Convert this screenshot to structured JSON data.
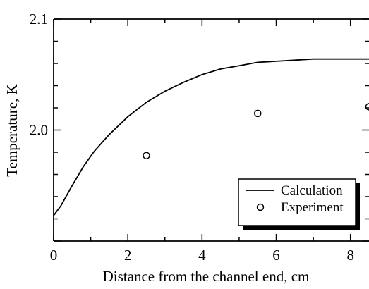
{
  "chart_data": {
    "type": "line",
    "xlabel": "Distance from the channel end, cm",
    "ylabel": "Temperature, K",
    "xlim": [
      0,
      8.5
    ],
    "ylim": [
      1.9,
      2.1
    ],
    "x_ticks": [
      0,
      2,
      4,
      6,
      8
    ],
    "x_tick_labels": [
      "0",
      "2",
      "4",
      "6",
      "8"
    ],
    "y_labeled_ticks": [
      2.0,
      2.1
    ],
    "y_tick_labels": [
      "2.0",
      "2.1"
    ],
    "grid": false,
    "legend_position": "bottom-right",
    "series": [
      {
        "name": "Calculation",
        "style": "line",
        "color": "#000000",
        "x": [
          0,
          0.2,
          0.5,
          0.8,
          1.1,
          1.5,
          2.0,
          2.5,
          3.0,
          3.5,
          4.0,
          4.5,
          5.0,
          5.5,
          6.0,
          6.5,
          7.0,
          7.5,
          8.0,
          8.5
        ],
        "y": [
          1.923,
          1.932,
          1.95,
          1.967,
          1.981,
          1.996,
          2.012,
          2.025,
          2.035,
          2.043,
          2.05,
          2.055,
          2.058,
          2.061,
          2.062,
          2.063,
          2.064,
          2.064,
          2.064,
          2.064
        ]
      },
      {
        "name": "Experiment",
        "style": "markers",
        "marker": "open-circle",
        "color": "#000000",
        "x": [
          2.5,
          5.5,
          8.5
        ],
        "y": [
          1.977,
          2.015,
          2.021
        ]
      }
    ]
  }
}
